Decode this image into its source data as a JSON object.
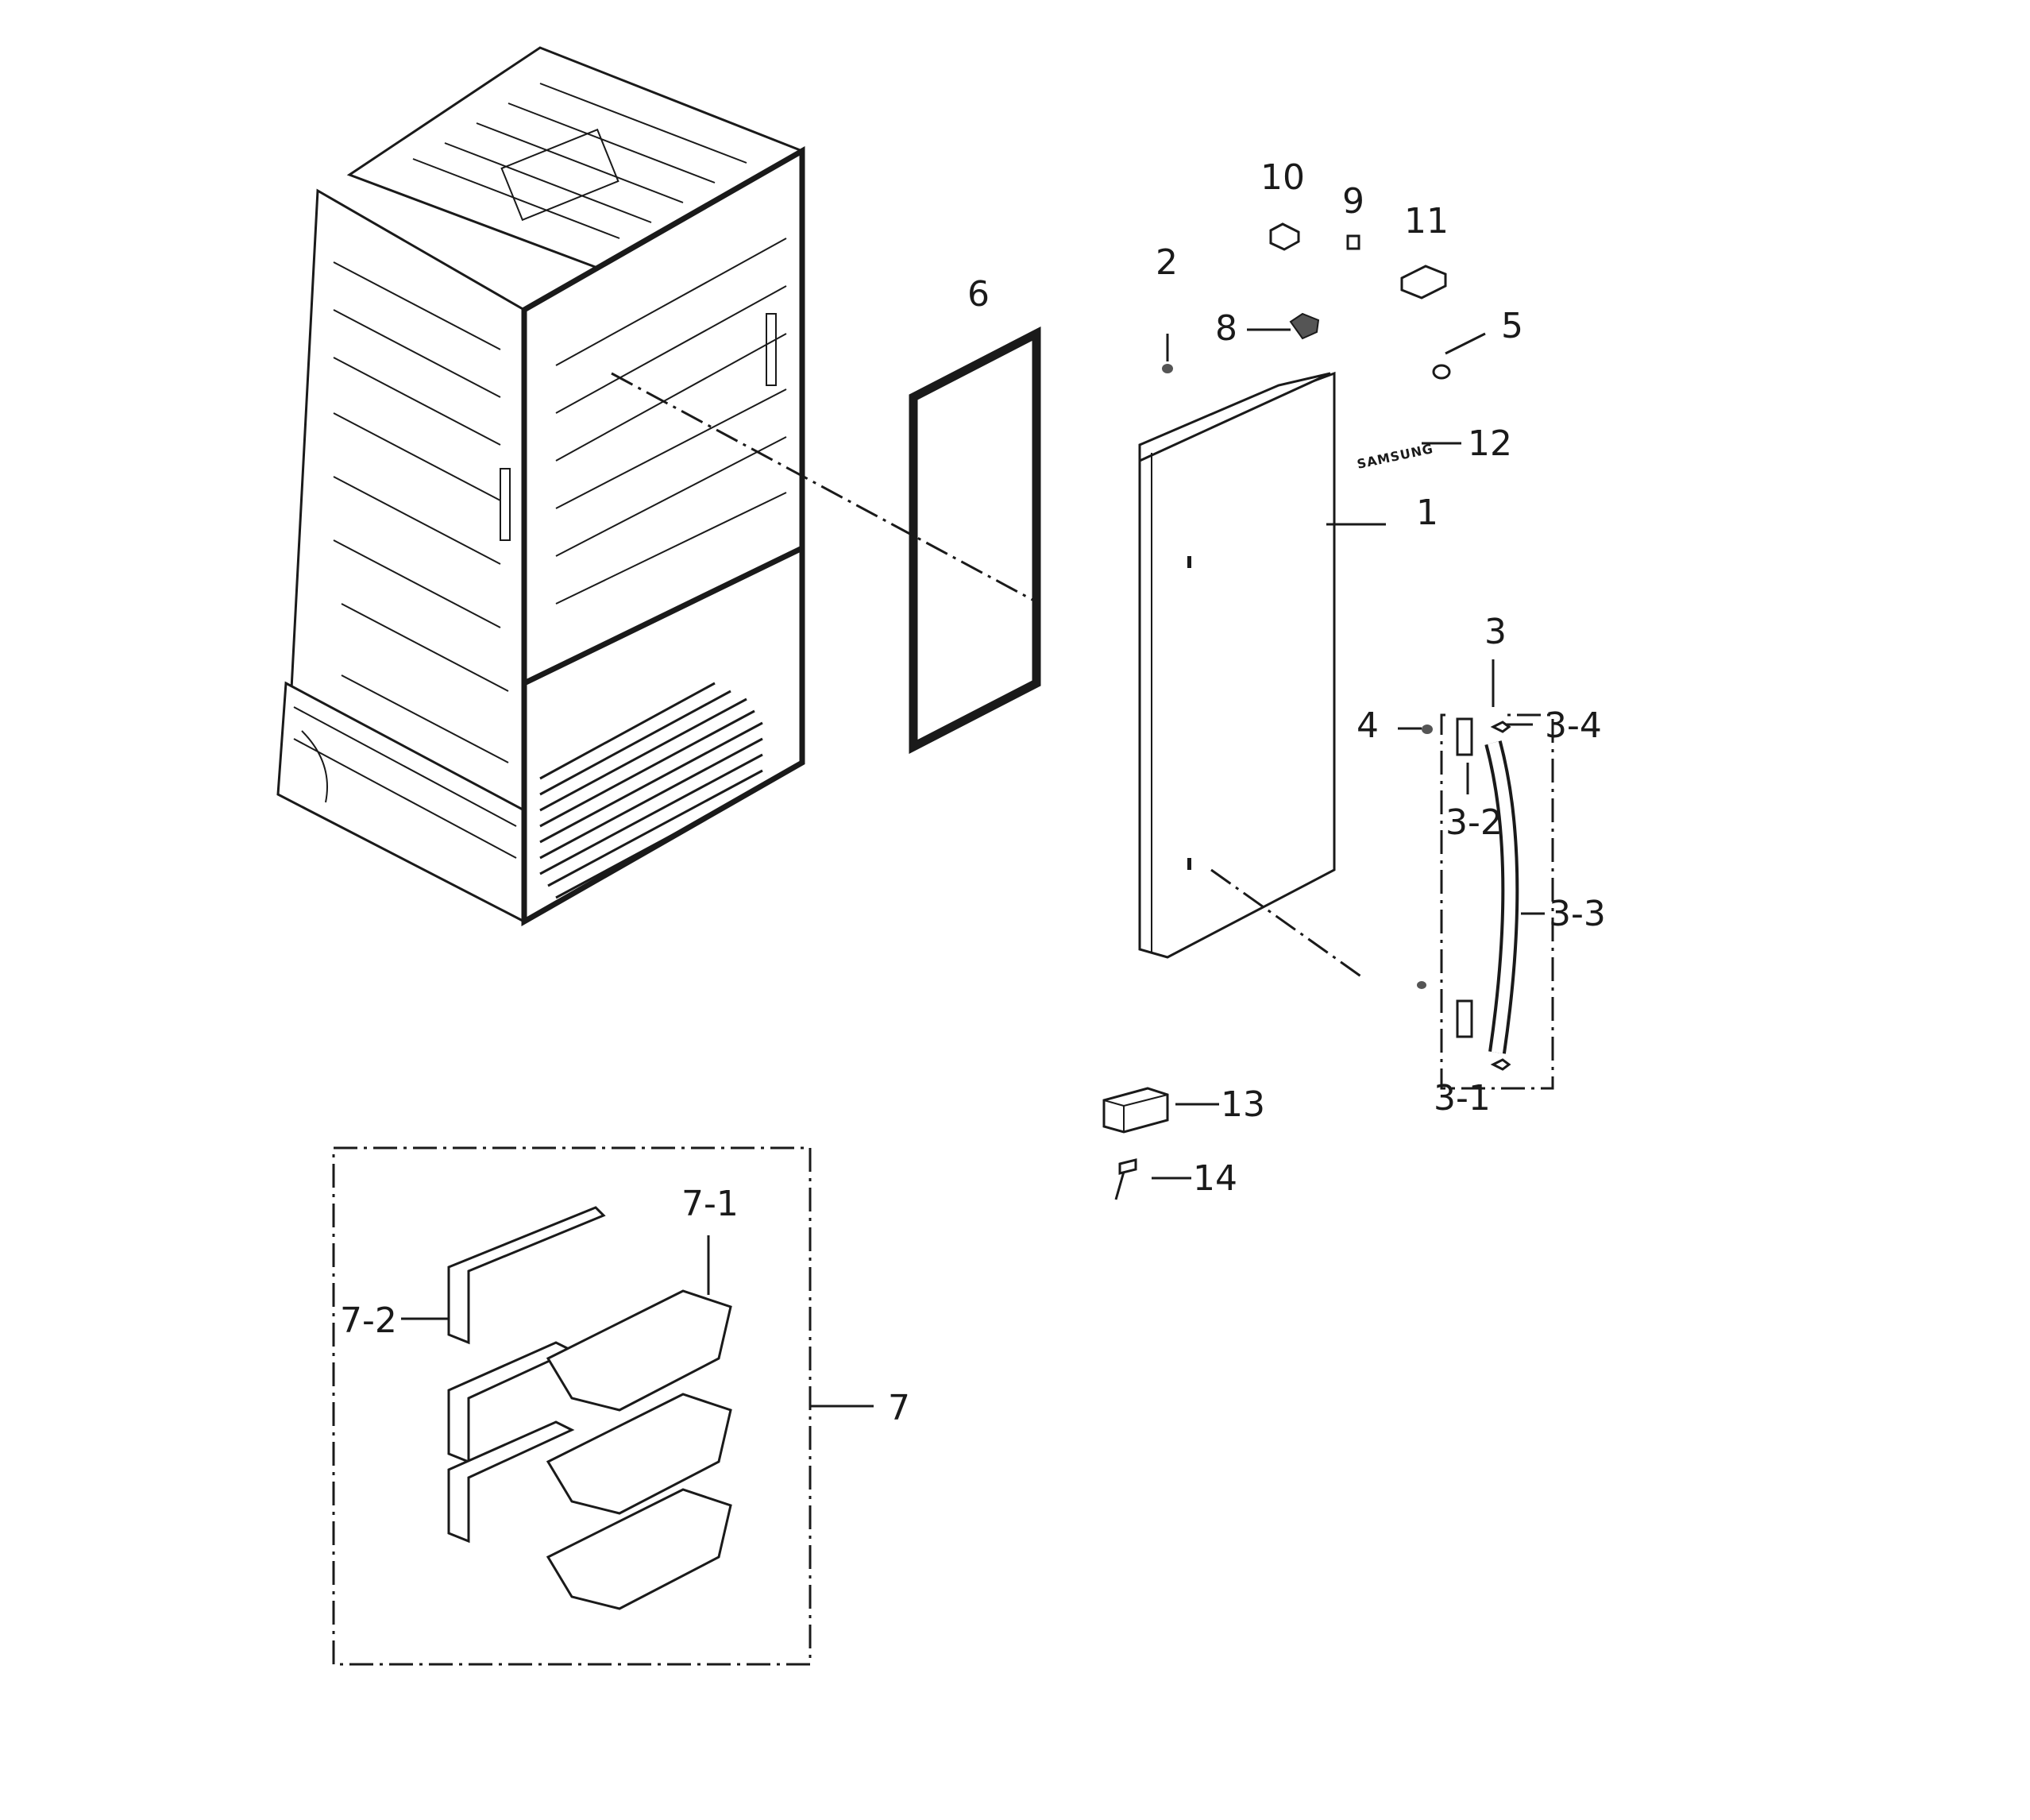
{
  "labels": {
    "p1": "1",
    "p2": "2",
    "p3": "3",
    "p3_1": "3-1",
    "p3_2": "3-2",
    "p3_3": "3-3",
    "p3_4": "3-4",
    "p4": "4",
    "p5": "5",
    "p6": "6",
    "p7": "7",
    "p7_1": "7-1",
    "p7_2": "7-2",
    "p8": "8",
    "p9": "9",
    "p10": "10",
    "p11": "11",
    "p12": "12",
    "p13": "13",
    "p14": "14"
  },
  "logo_text": "SAMSUNG"
}
